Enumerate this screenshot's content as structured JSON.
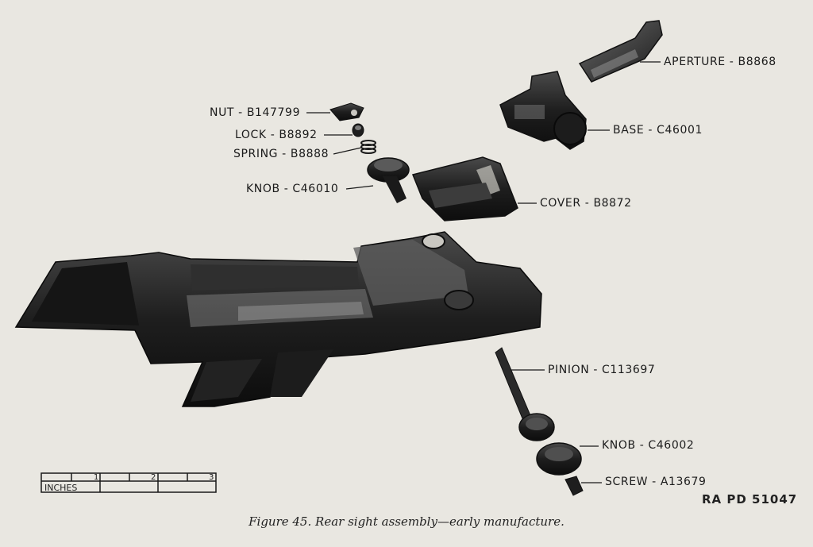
{
  "labels": {
    "aperture": "APERTURE - B8868",
    "base": "BASE - C46001",
    "nut": "NUT - B147799",
    "lock": "LOCK - B8892",
    "spring": "SPRING - B8888",
    "knob_top": "KNOB - C46010",
    "cover": "COVER - B8872",
    "pinion": "PINION - C113697",
    "knob_bottom": "KNOB - C46002",
    "screw": "SCREW - A13679"
  },
  "scale": {
    "unit": "INCHES",
    "ticks": [
      "1",
      "2",
      "3"
    ]
  },
  "plate_id": "RA PD 51047",
  "caption": {
    "figure": "Figure 45.",
    "text": "Rear sight assembly—early manufacture."
  }
}
